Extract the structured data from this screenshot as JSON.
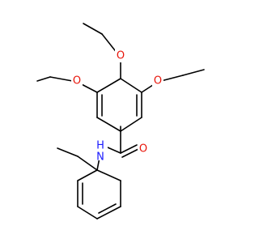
{
  "colors": {
    "oxygen": "#e8150a",
    "nitrogen": "#1a1aff",
    "bond": "#000000",
    "background": "#ffffff"
  },
  "atoms": {
    "o_top": "O",
    "o_left": "O",
    "o_right": "O",
    "o_carbonyl": "O",
    "n_amide": "N",
    "h_amide": "H"
  }
}
